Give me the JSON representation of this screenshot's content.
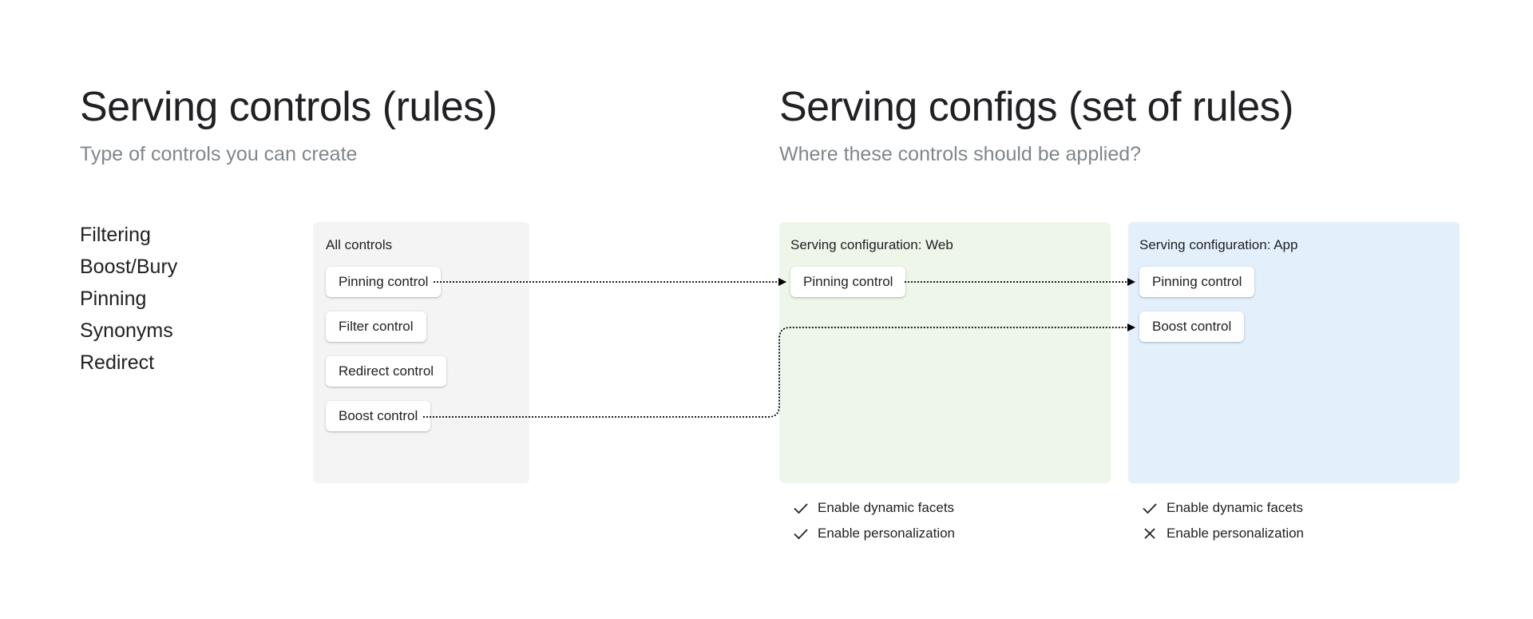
{
  "left": {
    "title": "Serving controls (rules)",
    "subtitle": "Type of controls you can create",
    "control_types": [
      "Filtering",
      "Boost/Bury",
      "Pinning",
      "Synonyms",
      "Redirect"
    ],
    "panel": {
      "title": "All controls",
      "controls": [
        "Pinning control",
        "Filter control",
        "Redirect control",
        "Boost control"
      ]
    }
  },
  "right": {
    "title": "Serving configs (set of rules)",
    "subtitle": "Where these controls should be applied?",
    "configs": [
      {
        "title": "Serving configuration: Web",
        "bg_color": "#eef6e9",
        "controls": [
          "Pinning control"
        ],
        "options": [
          {
            "label": "Enable dynamic facets",
            "enabled": true,
            "icon": "check-icon"
          },
          {
            "label": "Enable personalization",
            "enabled": true,
            "icon": "check-icon"
          }
        ]
      },
      {
        "title": "Serving configuration: App",
        "bg_color": "#e3f0fc",
        "controls": [
          "Pinning control",
          "Boost control"
        ],
        "options": [
          {
            "label": "Enable dynamic facets",
            "enabled": true,
            "icon": "check-icon"
          },
          {
            "label": "Enable personalization",
            "enabled": false,
            "icon": "close-icon"
          }
        ]
      }
    ]
  },
  "colors": {
    "all_controls_panel": "#f4f4f4",
    "heading": "#202124",
    "subheading": "#80868b",
    "connector": "#000000"
  }
}
